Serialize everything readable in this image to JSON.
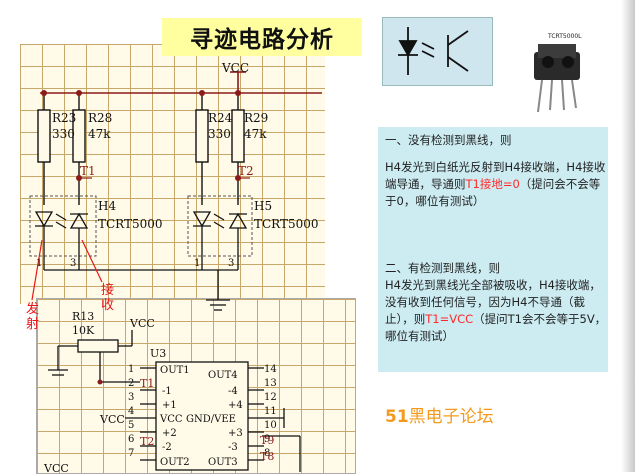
{
  "title": "寻迹电路分析",
  "sensor": {
    "label": "TCRT5000L"
  },
  "info": {
    "case1_heading": "一、没有检测到黑线，则",
    "case1_body_a": "H4发光到白纸光反射到H4接收端，H4接收端导通，导通则",
    "case1_red": "T1接地=0",
    "case1_body_b": "（提问会不会等于0，哪位有测试）",
    "case2_heading": "二、有检测到黑线，则",
    "case2_body_a": "H4发光到黑线光全部被吸收，H4接收端，没有收到任何信号，因为H4不导通（截止），则",
    "case2_red": "T1=VCC",
    "case2_body_b": "（提问T1会不会等于5V，哪位有测试）"
  },
  "forum": {
    "prefix": "51",
    "name": "黑电子论坛"
  },
  "annotations": {
    "emit": "发射",
    "receive": "接收"
  },
  "schematic": {
    "vcc": "VCC",
    "r23": "R23",
    "r23_val": "330",
    "r28": "R28",
    "r28_val": "47k",
    "r24": "R24",
    "r24_val": "330",
    "r29": "R29",
    "r29_val": "47k",
    "t1": "T1",
    "t2": "T2",
    "h4": "H4",
    "h5": "H5",
    "tcrt1": "TCRT5000",
    "tcrt2": "TCRT5000",
    "r13": "R13",
    "r13_val": "10K",
    "vcc2": "VCC",
    "vcc3": "VCC",
    "vcc4": "VCC",
    "u3": "U3",
    "pin_out1": "OUT1",
    "pin_m1": "-1",
    "pin_p1": "+1",
    "pin_vcc": "VCC",
    "pin_gnd": "GND/VEE",
    "pin_p2": "+2",
    "pin_m2": "-2",
    "pin_out2": "OUT2",
    "pin_out4": "OUT4",
    "pin_m4": "-4",
    "pin_p4": "+4",
    "pin_p3": "+3",
    "pin_m3": "-3",
    "pin_out3": "OUT3",
    "n1": "1",
    "n2": "2",
    "n3": "3",
    "n4": "4",
    "n5": "5",
    "n6": "6",
    "n7": "7",
    "n14": "14",
    "n13": "13",
    "n12": "12",
    "n11": "11",
    "n10": "10",
    "n9": "9",
    "n8": "8",
    "t1b": "T1",
    "t2b": "T2",
    "t9": "T9",
    "t8": "T8",
    "pinA1": "1",
    "pinA3": "3",
    "pinB1": "1",
    "pinB3": "3"
  },
  "colors": {
    "accent": "#ff2a2a",
    "highlight": "#ffffa0",
    "panel": "#ccecf2",
    "forum": "#f39a1e"
  }
}
